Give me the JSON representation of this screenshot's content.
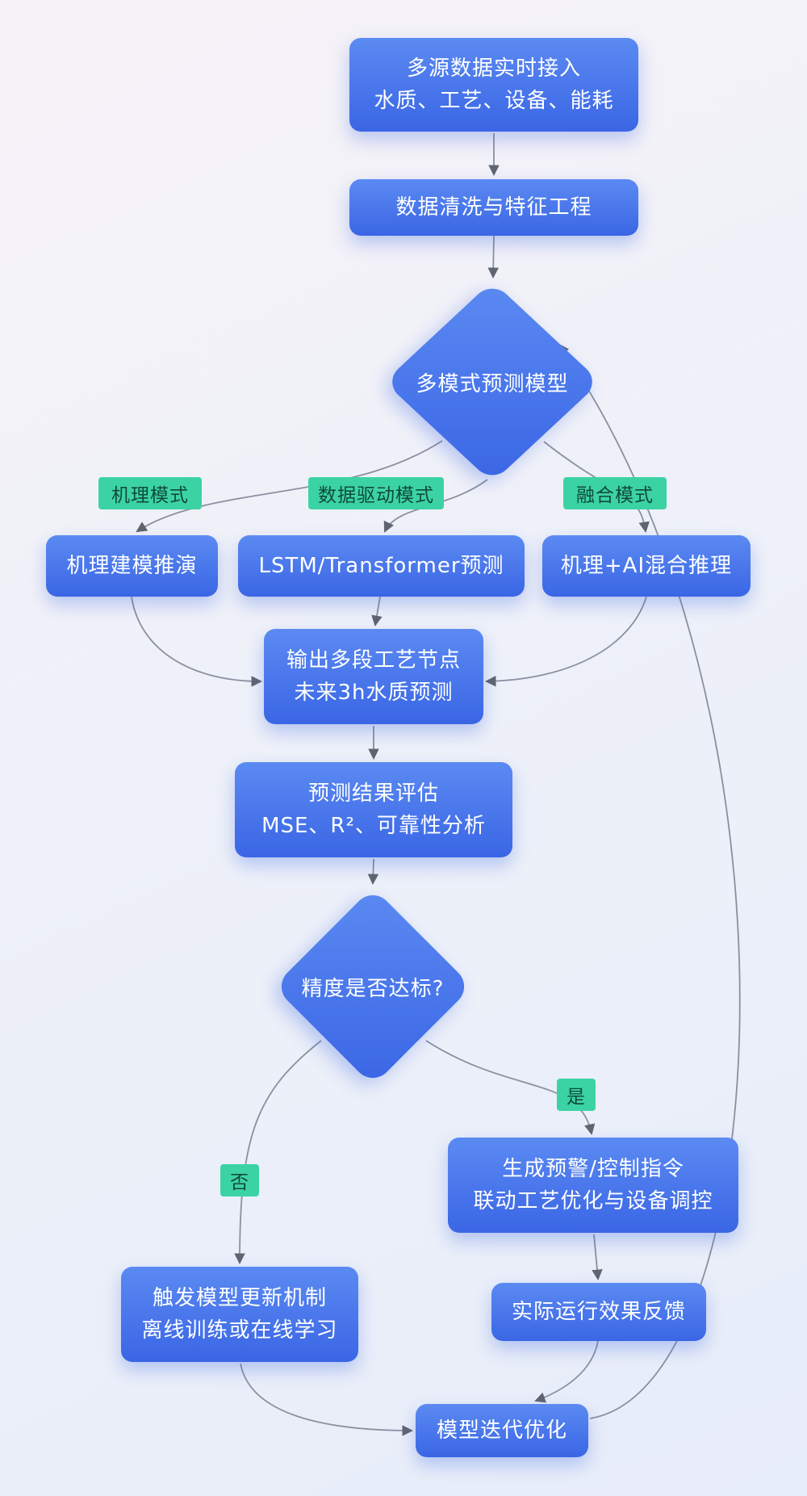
{
  "flowchart": {
    "nodes": {
      "ingest": {
        "line1": "多源数据实时接入",
        "line2": "水质、工艺、设备、能耗"
      },
      "clean": {
        "label": "数据清洗与特征工程"
      },
      "multimode": {
        "label": "多模式预测模型"
      },
      "mechanism": {
        "label": "机理建模推演"
      },
      "datadriven": {
        "label": "LSTM/Transformer预测"
      },
      "fusion": {
        "label": "机理+AI混合推理"
      },
      "output": {
        "line1": "输出多段工艺节点",
        "line2": "未来3h水质预测"
      },
      "evaluate": {
        "line1": "预测结果评估",
        "line2": "MSE、R²、可靠性分析"
      },
      "check": {
        "label": "精度是否达标?"
      },
      "alert": {
        "line1": "生成预警/控制指令",
        "line2": "联动工艺优化与设备调控"
      },
      "retrain": {
        "line1": "触发模型更新机制",
        "line2": "离线训练或在线学习"
      },
      "feedback": {
        "label": "实际运行效果反馈"
      },
      "iterate": {
        "label": "模型迭代优化"
      }
    },
    "edge_labels": {
      "mechanism_mode": "机理模式",
      "data_driven_mode": "数据驱动模式",
      "fusion_mode": "融合模式",
      "yes": "是",
      "no": "否"
    },
    "colors": {
      "node_gradient_top": "#5b8af2",
      "node_gradient_bottom": "#3a66e5",
      "node_text": "#ffffff",
      "edge_label_bg": "#3cd3a4",
      "edge_label_text": "#0f4a3b",
      "edge_line": "#8a90a0",
      "arrow": "#5f6570"
    }
  }
}
